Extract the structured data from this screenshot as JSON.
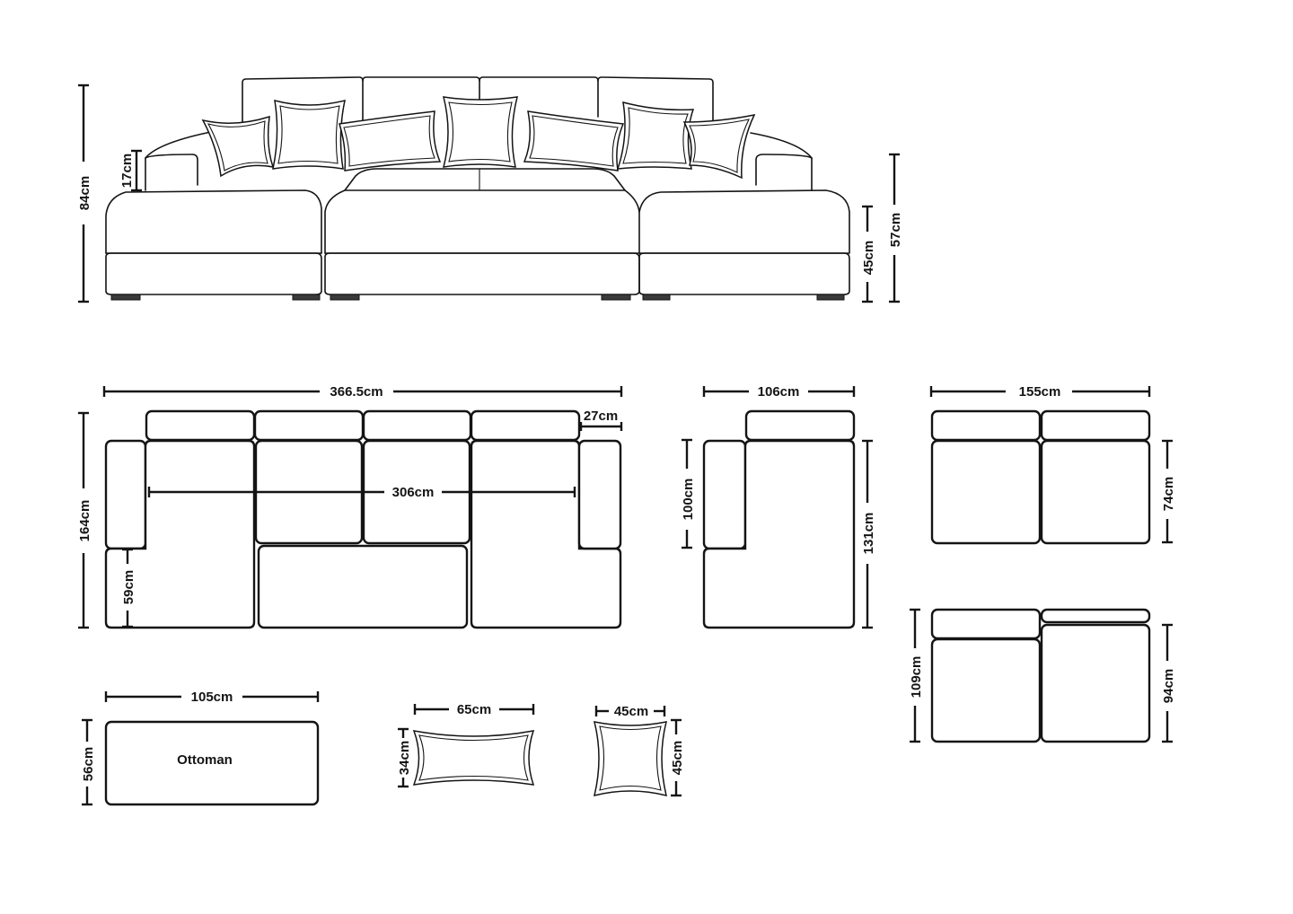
{
  "labels": {
    "height_total": "84cm",
    "armrest_height": "17cm",
    "seat_height": "45cm",
    "back_height": "57cm",
    "total_width": "366.5cm",
    "backrest_depth": "27cm",
    "inner_width": "306cm",
    "total_depth": "164cm",
    "arm_depth": "59cm",
    "chaise_width": "106cm",
    "chaise_inner": "100cm",
    "chaise_depth": "131cm",
    "middle_width": "155cm",
    "middle_depth": "74cm",
    "corner_depth": "109cm",
    "corner_seat_depth": "94cm",
    "ottoman_width": "105cm",
    "ottoman_depth": "56cm",
    "ottoman_name": "Ottoman",
    "pillow_rect_width": "65cm",
    "pillow_rect_height": "34cm",
    "pillow_sq_width": "45cm",
    "pillow_sq_height": "45cm"
  },
  "colors": {
    "line": "#141414",
    "background": "#ffffff"
  },
  "icons": [
    "sofa-front-elevation",
    "sofa-top-plan",
    "cushion-outline"
  ]
}
